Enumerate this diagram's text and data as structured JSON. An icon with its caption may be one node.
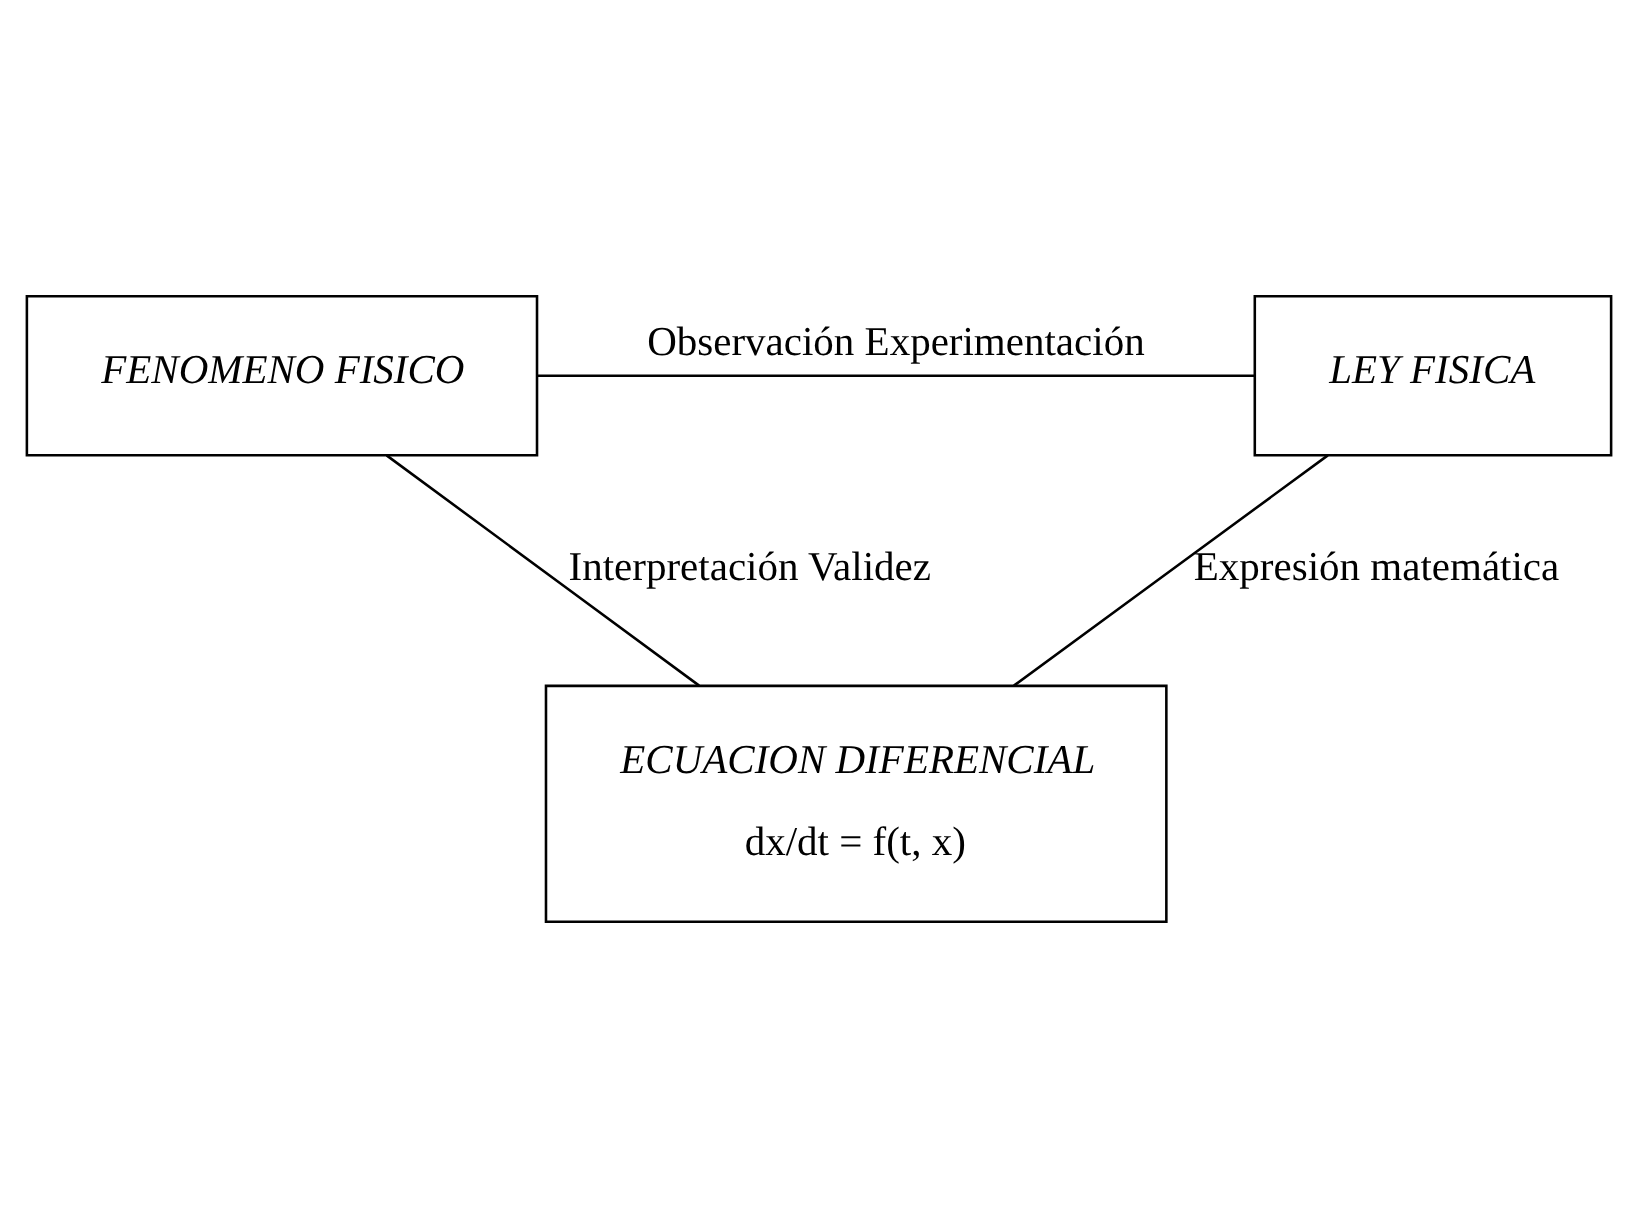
{
  "diagram": {
    "nodes": [
      {
        "text": [
          "FENOMENO FISICO"
        ]
      },
      {
        "text": [
          "LEY FISICA"
        ]
      },
      {
        "text": [
          "ECUACION DIFERENCIAL",
          "dx/dt = f(t, x)"
        ]
      }
    ],
    "edges": [
      {
        "from": 0,
        "to": 1,
        "arrow": "none",
        "label": "Observación Experimentación"
      },
      {
        "from": 1,
        "to": 2,
        "arrow": "none",
        "label": "Expresión matemática"
      },
      {
        "from": 0,
        "to": 2,
        "arrow": "none",
        "label": "Interpretación Validez"
      }
    ]
  }
}
